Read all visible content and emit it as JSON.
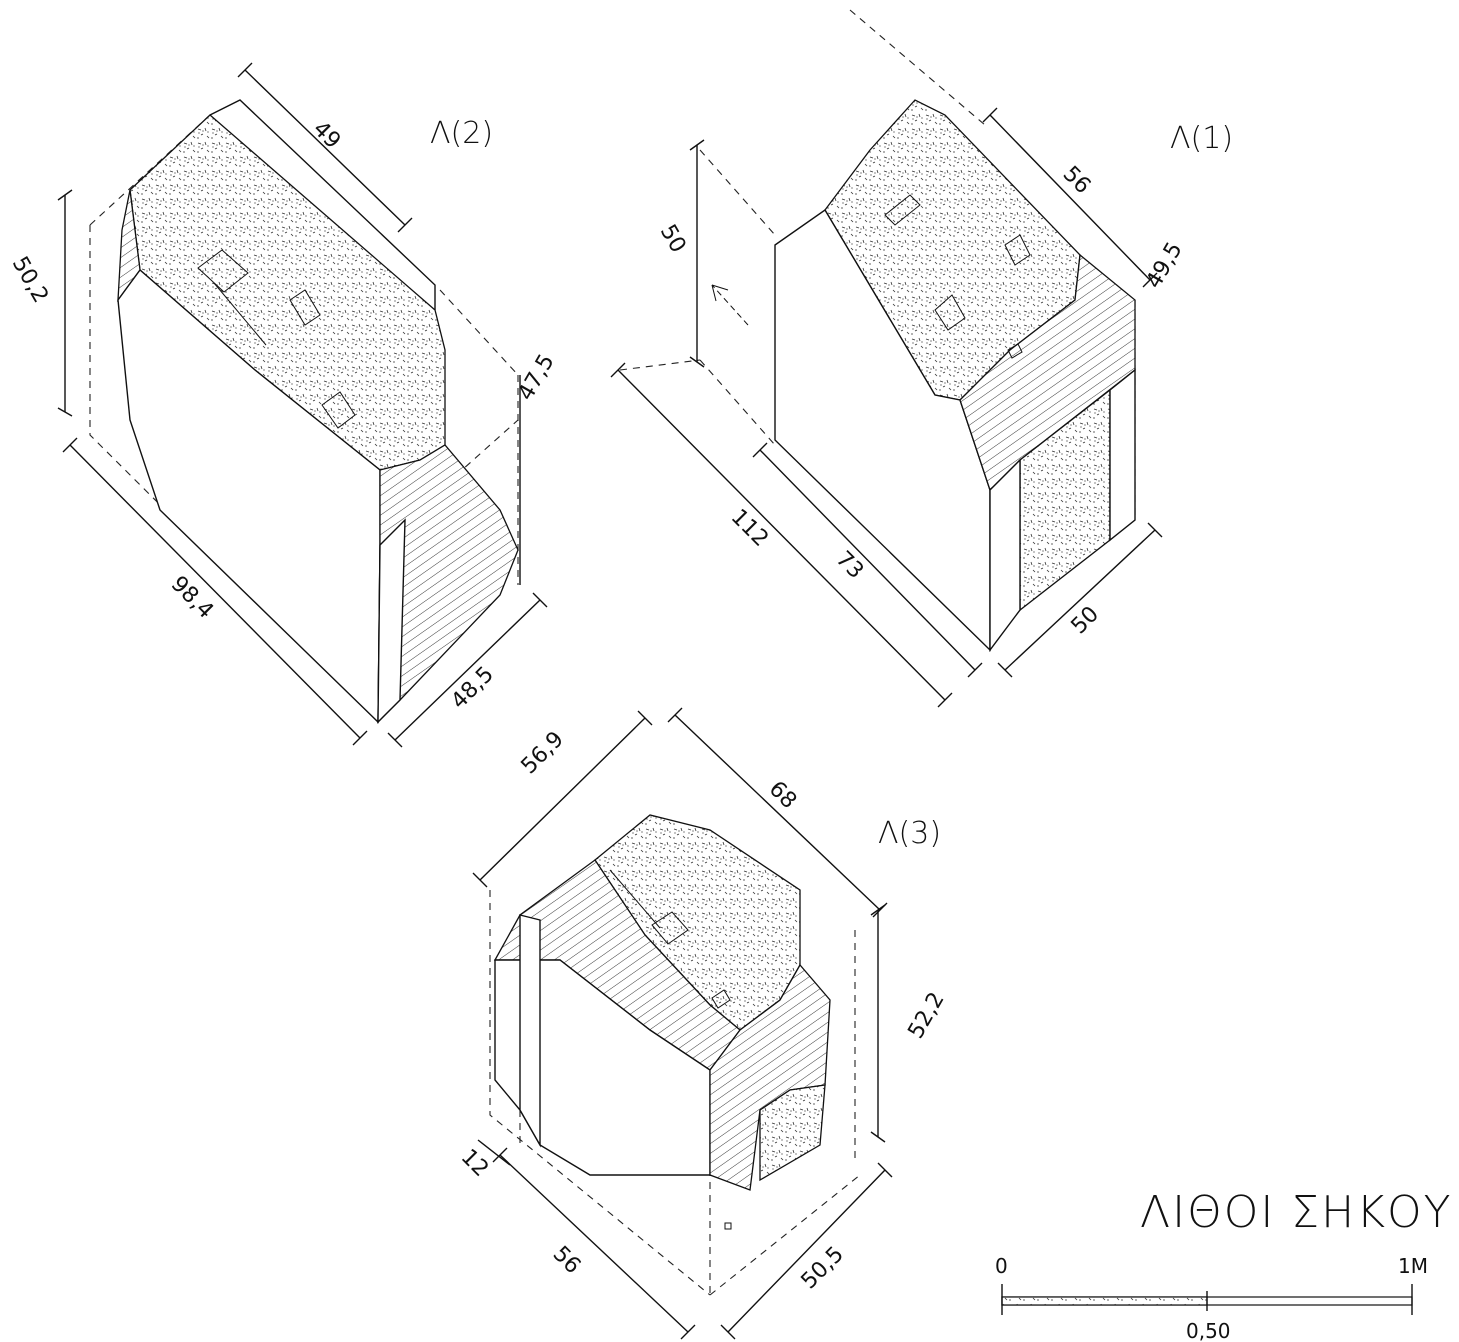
{
  "labels": {
    "stone_2": "Λ(2)",
    "stone_1": "Λ(1)",
    "stone_3": "Λ(3)"
  },
  "title": "ΛΙΘΟΙ ΣΗΚΟΥ",
  "dimensions": {
    "s2_top": "49",
    "s2_height": "50,2",
    "s2_right": "47,5",
    "s2_length": "98,4",
    "s2_width": "48,5",
    "s1_height": "50",
    "s1_top": "56",
    "s1_right": "49,5",
    "s1_total": "112",
    "s1_length": "73",
    "s1_width": "50",
    "s3_top_left": "56,9",
    "s3_top_right": "68",
    "s3_height": "52,2",
    "s3_small": "12",
    "s3_bottom_left": "56",
    "s3_bottom_right": "50,5"
  },
  "scale_bar": {
    "start": "0",
    "end": "1M",
    "mid": "0,50"
  },
  "colors": {
    "ink": "#111111",
    "paper": "#ffffff"
  }
}
